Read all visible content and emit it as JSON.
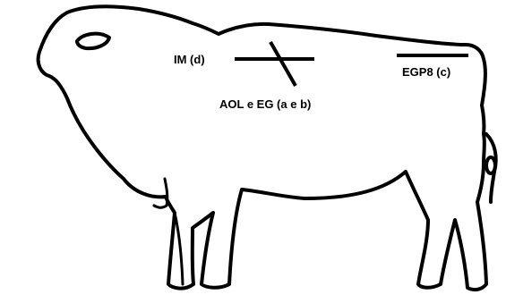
{
  "labels": {
    "im": "IM (d)",
    "aol_eg": "AOL e EG (a e b)",
    "egp8": "EGP8 (c)"
  },
  "colors": {
    "stroke": "#000000",
    "background": "#ffffff"
  }
}
